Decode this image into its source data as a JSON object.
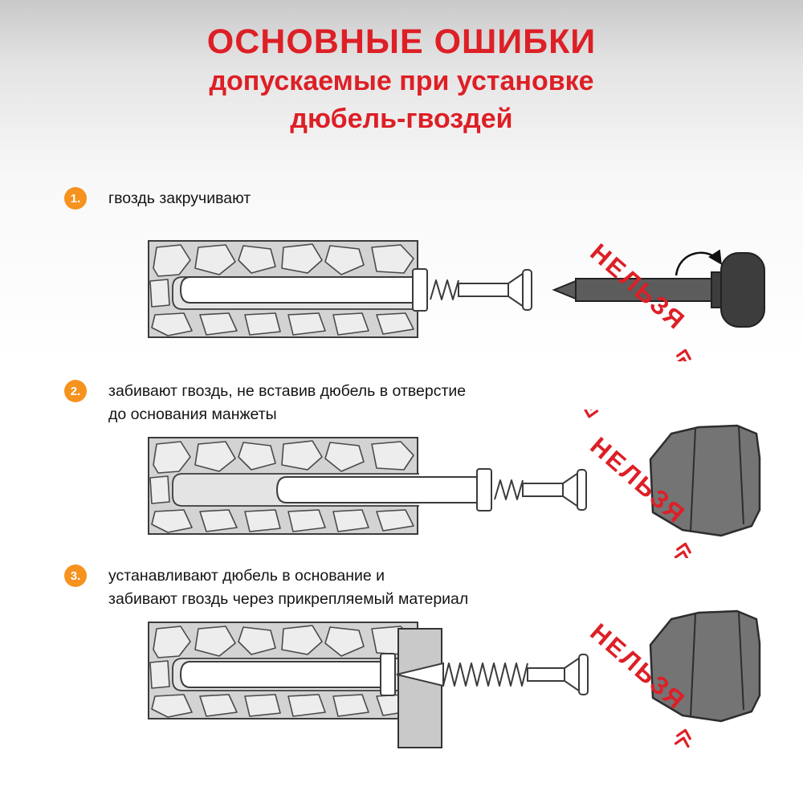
{
  "title": {
    "line1": "ОСНОВНЫЕ ОШИБКИ",
    "line2": "допускаемые при установке",
    "line3": "дюбель-гвоздей"
  },
  "colors": {
    "accent_red": "#dd1f26",
    "number_orange": "#f6921e"
  },
  "mistakes": [
    {
      "number": "1.",
      "lines": [
        "гвоздь закручивают"
      ]
    },
    {
      "number": "2.",
      "lines": [
        "забивают гвоздь, не вставив дюбель в отверстие",
        "до основания манжеты"
      ]
    },
    {
      "number": "3.",
      "lines": [
        "устанавливают дюбель в основание и",
        "забивают гвоздь через прикрепляемый материал"
      ]
    }
  ],
  "figures": [
    {
      "forbidden_label": "НЕЛЬЗЯ",
      "icons": [
        "wall-cross-section",
        "dowel",
        "nail",
        "screwdriver-icon",
        "rotation-arrow-icon"
      ]
    },
    {
      "forbidden_label": "НЕЛЬЗЯ",
      "icons": [
        "wall-cross-section",
        "dowel",
        "nail",
        "hammer-icon"
      ]
    },
    {
      "forbidden_label": "НЕЛЬЗЯ",
      "icons": [
        "wall-cross-section",
        "dowel",
        "nail",
        "attached-board",
        "hammer-icon"
      ]
    }
  ]
}
